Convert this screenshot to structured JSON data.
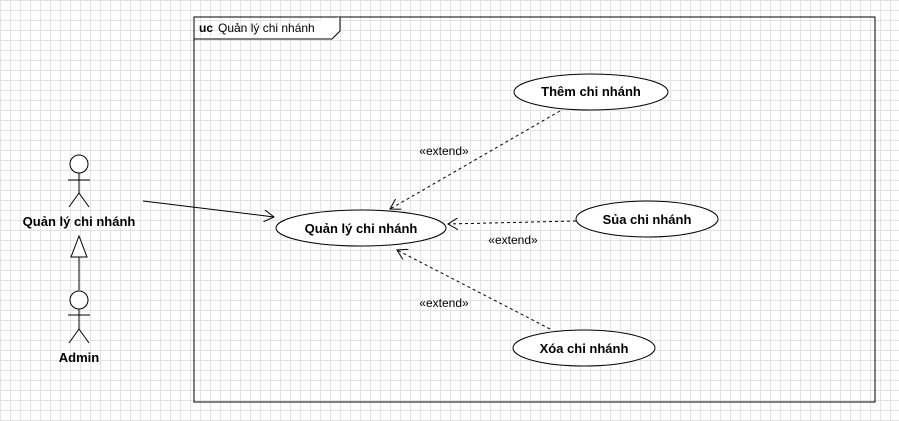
{
  "frame": {
    "keyword": "uc",
    "title": "Quản lý chi nhánh"
  },
  "actors": [
    {
      "name": "Quản lý chi nhánh"
    },
    {
      "name": "Admin"
    }
  ],
  "use_cases": {
    "main": "Quản lý chi nhánh",
    "add": "Thêm chi nhánh",
    "edit": "Sủa chi nhánh",
    "delete": "Xóa chi nhánh"
  },
  "relations": {
    "extend_label": "«extend»"
  },
  "colors": {
    "line": "#000000",
    "grid": "#e3e3e3",
    "background": "#ffffff"
  }
}
